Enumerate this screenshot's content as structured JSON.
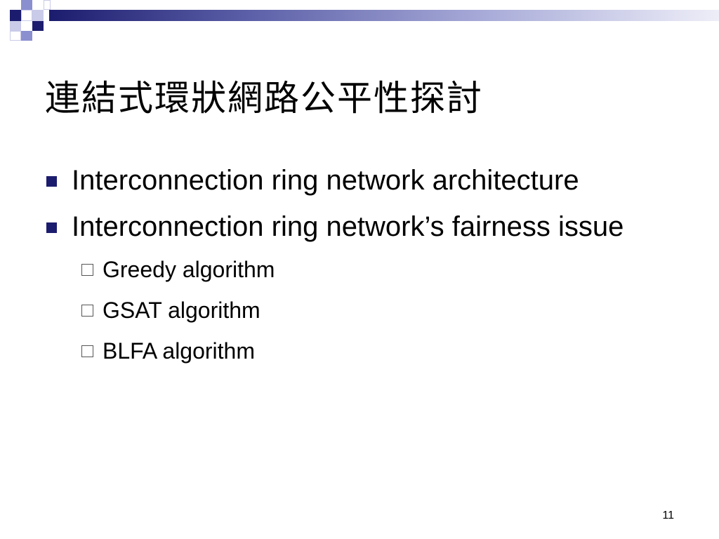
{
  "slide": {
    "title": "連結式環狀網路公平性探討",
    "bullets": [
      "Interconnection ring network architecture",
      "Interconnection ring network’s fairness issue"
    ],
    "sub_bullets": [
      "Greedy algorithm",
      "GSAT algorithm",
      "BLFA algorithm"
    ],
    "page_number": "11"
  },
  "colors": {
    "accent": "#1c1c6e",
    "accent_light": "#8a8fd0",
    "text": "#000000",
    "background": "#ffffff"
  },
  "icons": {
    "level1_bullet": "filled-square-bullet-icon",
    "level2_bullet": "hollow-square-bullet-icon"
  }
}
